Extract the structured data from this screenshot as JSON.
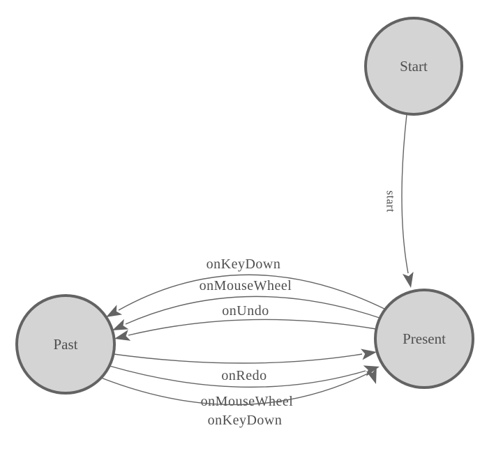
{
  "colors": {
    "background": "#ffffff",
    "node_fill": "#d4d4d4",
    "node_stroke": "#636363",
    "edge_stroke": "#646464",
    "arrow_fill": "#646464",
    "label_text": "#4f4f4f"
  },
  "diagram": {
    "type": "finite-state-machine",
    "nodes": [
      {
        "id": "start",
        "label": "Start"
      },
      {
        "id": "past",
        "label": "Past"
      },
      {
        "id": "present",
        "label": "Present"
      }
    ],
    "edges": [
      {
        "from": "Start",
        "to": "Present",
        "label": "start"
      },
      {
        "from": "Present",
        "to": "Past",
        "label": "onKeyDown"
      },
      {
        "from": "Present",
        "to": "Past",
        "label": "onMouseWheel"
      },
      {
        "from": "Present",
        "to": "Past",
        "label": "onUndo"
      },
      {
        "from": "Past",
        "to": "Present",
        "label": "onRedo"
      },
      {
        "from": "Past",
        "to": "Present",
        "label": "onMouseWheel"
      },
      {
        "from": "Past",
        "to": "Present",
        "label": "onKeyDown"
      }
    ]
  }
}
